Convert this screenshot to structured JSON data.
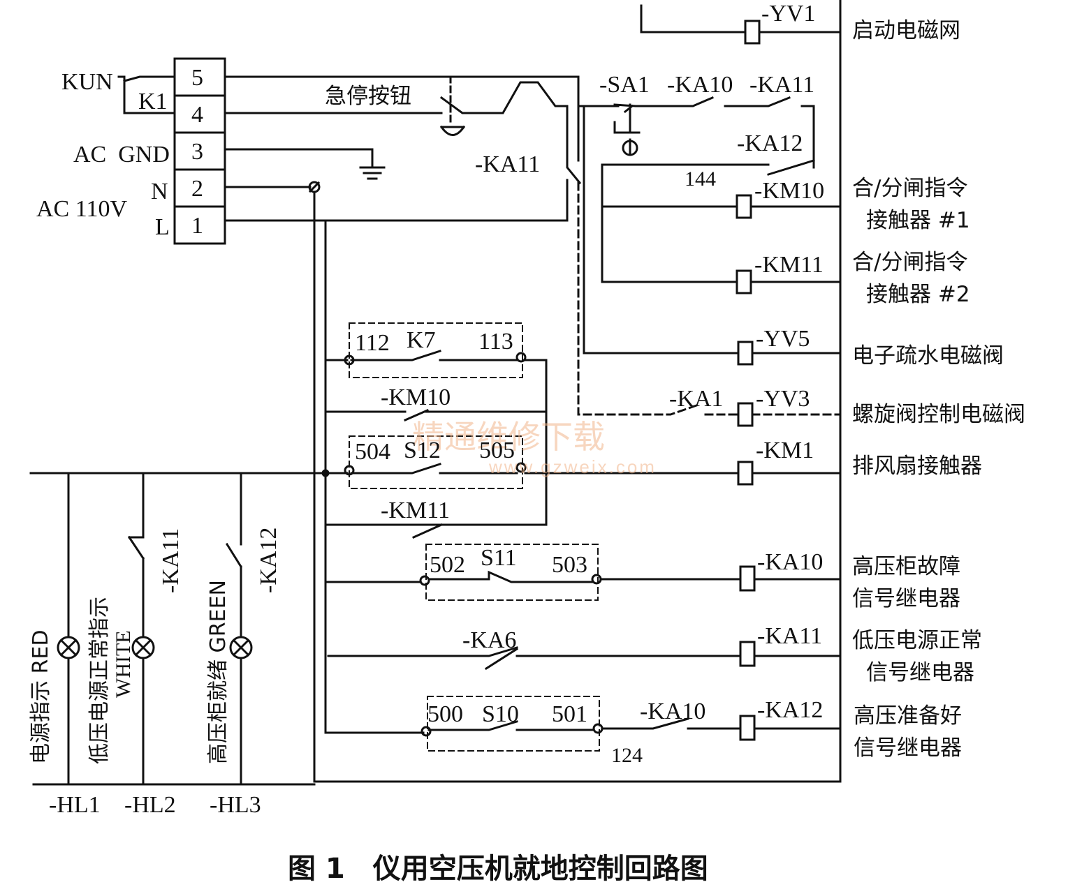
{
  "terminal_block": {
    "terminals": [
      "5",
      "4",
      "3",
      "2",
      "1"
    ],
    "labels": {
      "kun": "KUN",
      "k1": "K1",
      "ac_gnd": "AC  GND",
      "n": "N",
      "l": "L",
      "ac110": "AC 110V"
    }
  },
  "estop": {
    "label": "急停按钮"
  },
  "contacts": {
    "ka11_top": "-KA11",
    "sa1": "-SA1",
    "ka10_top": "-KA10",
    "ka11_right": "-KA11",
    "ka12_top": "-KA12",
    "node_144": "144",
    "km10_contact": "-KM10",
    "km11_contact": "-KM11",
    "ka1": "-KA1",
    "ka6": "-KA6",
    "ka10_bottom": "-KA10",
    "node_124": "124",
    "hl2_contact": "-KA11",
    "hl3_contact": "-KA12"
  },
  "switch_boxes": [
    {
      "left": "112",
      "name": "K7",
      "right": "113"
    },
    {
      "left": "504",
      "name": "S12",
      "right": "505"
    },
    {
      "left": "502",
      "name": "S11",
      "right": "503"
    },
    {
      "left": "500",
      "name": "S10",
      "right": "501"
    }
  ],
  "coils": [
    {
      "tag": "-YV1",
      "desc": [
        "启动电磁网"
      ]
    },
    {
      "tag": "-KM10",
      "desc": [
        "合/分闸指令",
        "接触器 #1"
      ]
    },
    {
      "tag": "-KM11",
      "desc": [
        "合/分闸指令",
        "接触器 #2"
      ]
    },
    {
      "tag": "-YV5",
      "desc": [
        "电子疏水电磁阀"
      ]
    },
    {
      "tag": "-YV3",
      "desc": [
        "螺旋阀控制电磁阀"
      ]
    },
    {
      "tag": "-KM1",
      "desc": [
        "排风扇接触器"
      ]
    },
    {
      "tag": "-KA10",
      "desc": [
        "高压柜故障",
        "信号继电器"
      ]
    },
    {
      "tag": "-KA11",
      "desc": [
        "低压电源正常",
        "信号继电器"
      ]
    },
    {
      "tag": "-KA12",
      "desc": [
        "高压准备好",
        "信号继电器"
      ]
    }
  ],
  "lamps": [
    {
      "tag": "-HL1",
      "desc": "电源指示 RED",
      "color": "RED"
    },
    {
      "tag": "-HL2",
      "desc": "低压电源正常指示",
      "color": "WHITE"
    },
    {
      "tag": "-HL3",
      "desc": "高压柜就绪 GREEN",
      "color": "GREEN"
    }
  ],
  "watermark": {
    "main": "精通维修下载",
    "url": "www.gzweix.com"
  },
  "caption": "图 1　仪用空压机就地控制回路图",
  "colors": {
    "ink": "#111111",
    "watermark": "#f2b58c",
    "background": "#ffffff"
  }
}
